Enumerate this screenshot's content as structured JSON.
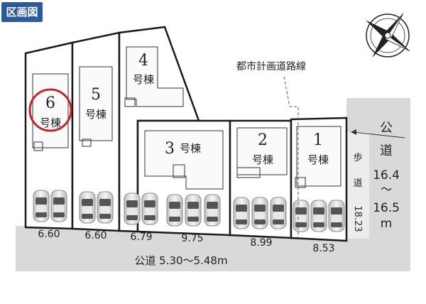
{
  "title": "区画図",
  "lots": [
    {
      "num": "6",
      "suffix": "号棟"
    },
    {
      "num": "5",
      "suffix": "号棟"
    },
    {
      "num": "4",
      "suffix": "号棟"
    },
    {
      "num": "3",
      "suffix": "号棟"
    },
    {
      "num": "2",
      "suffix": "号棟"
    },
    {
      "num": "1",
      "suffix": "号棟"
    }
  ],
  "frontages": [
    "6.60",
    "6.60",
    "6.79",
    "9.75",
    "8.99",
    "8.53"
  ],
  "road_bottom": "公道 5.30〜5.48m",
  "road_right": {
    "chars": [
      "公",
      "道"
    ],
    "w1": "16.4",
    "tilde": "〜",
    "w2": "16.5",
    "unit": "m"
  },
  "sidewalk": [
    "歩",
    "道"
  ],
  "sidewalk_width": "18.23",
  "city_plan_road": "都市計画道路線",
  "colors": {
    "title_bg": "#2b5a9e",
    "highlight": "#c0272d",
    "road": "#d9d9d9"
  }
}
